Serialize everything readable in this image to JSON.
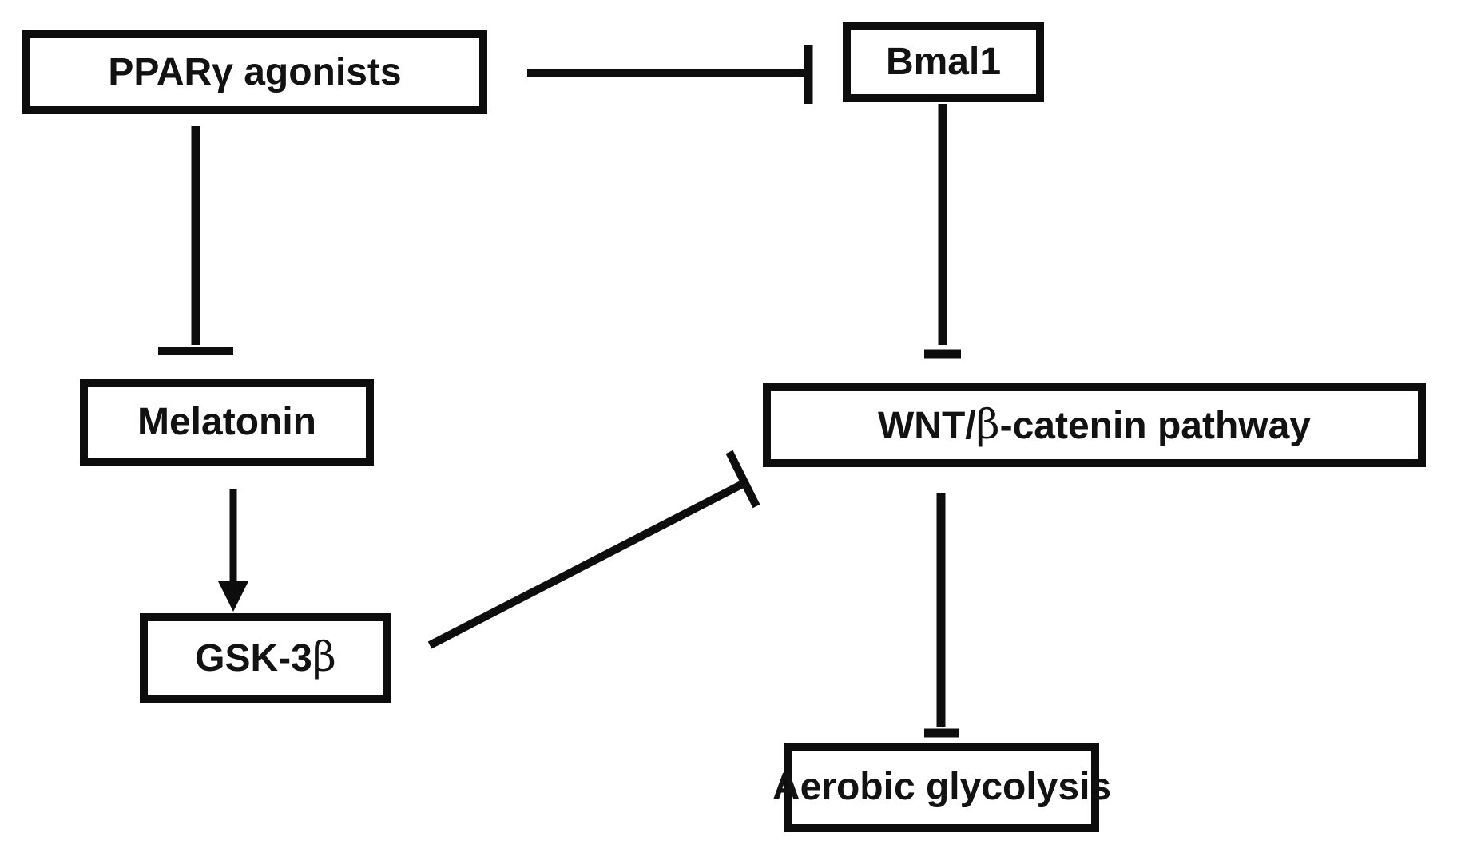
{
  "diagram": {
    "background_color": "#ffffff",
    "stroke_color": "#0d0d0d",
    "text_color": "#121212",
    "nodes": {
      "ppar_agonists": {
        "label": "PPARγ agonists"
      },
      "bmal1": {
        "label": "Bmal1"
      },
      "melatonin": {
        "label": "Melatonin"
      },
      "gsk3b": {
        "label_prefix": "GSK-3",
        "label_beta": "β"
      },
      "wnt_pathway": {
        "label_prefix": "WNT/",
        "label_beta": "β",
        "label_suffix": "-catenin pathway"
      },
      "aerobic_glycolysis": {
        "label": "Aerobic glycolysis"
      }
    },
    "edges": [
      {
        "from": "PPARγ agonists",
        "to": "Bmal1",
        "type": "inhibition"
      },
      {
        "from": "PPARγ agonists",
        "to": "Melatonin",
        "type": "inhibition"
      },
      {
        "from": "Melatonin",
        "to": "GSK-3β",
        "type": "activation-arrow"
      },
      {
        "from": "GSK-3β",
        "to": "WNT/β-catenin pathway",
        "type": "inhibition"
      },
      {
        "from": "Bmal1",
        "to": "WNT/β-catenin pathway",
        "type": "inhibition"
      },
      {
        "from": "WNT/β-catenin pathway",
        "to": "Aerobic glycolysis",
        "type": "inhibition"
      }
    ]
  }
}
